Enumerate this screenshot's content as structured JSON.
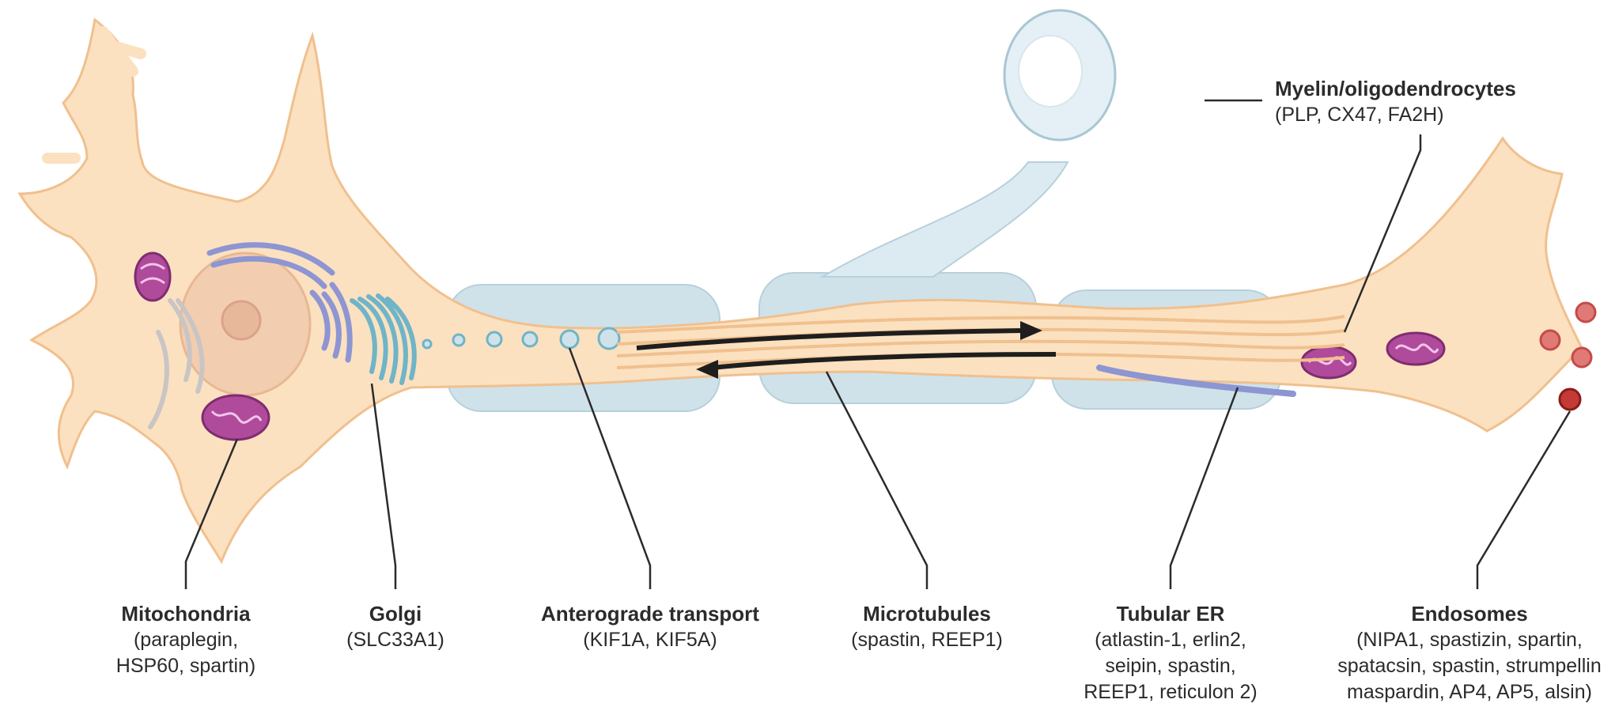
{
  "labels": {
    "myelin": {
      "title": "Myelin/oligodendrocytes",
      "genes": "(PLP, CX47, FA2H)"
    },
    "mitochondria": {
      "title": "Mitochondria",
      "genes": "(paraplegin,\nHSP60, spartin)"
    },
    "golgi": {
      "title": "Golgi",
      "genes": "(SLC33A1)"
    },
    "anterograde": {
      "title": "Anterograde transport",
      "genes": "(KIF1A, KIF5A)"
    },
    "microtubules": {
      "title": "Microtubules",
      "genes": "(spastin, REEP1)"
    },
    "tubular_er": {
      "title": "Tubular ER",
      "genes": "(atlastin-1, erlin2,\nseipin, spastin,\nREEP1, reticulon 2)"
    },
    "endosomes": {
      "title": "Endosomes",
      "genes": "(NIPA1, spastizin, spartin,\nspatacsin, spastin, strumpellin\nmaspardin, AP4, AP5, alsin)"
    }
  },
  "colors": {
    "cytoplasm": "#fbe1c0",
    "membrane": "#f3c89a",
    "myelin": "#cfe2ea",
    "mitochondria": "#b04a9b",
    "golgi_er": "#8d95d2",
    "vesicles": "#6fb4c8",
    "endosomes": "#d9534f",
    "nucleus": "#f3cdb0"
  }
}
